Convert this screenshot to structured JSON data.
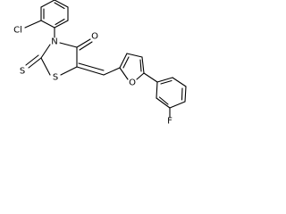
{
  "atoms": {
    "cl": "Cl",
    "n": "N",
    "o_carbonyl": "O",
    "s_thioxo": "S",
    "s_ring": "S",
    "o_furan": "O",
    "f": "F"
  }
}
